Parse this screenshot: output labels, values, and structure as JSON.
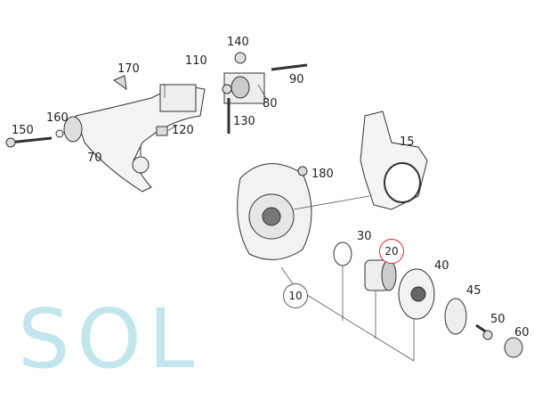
{
  "watermark": "SOL",
  "callouts": {
    "p140": "140",
    "p110": "110",
    "p170": "170",
    "p90": "90",
    "p80": "80",
    "p160": "160",
    "p150": "150",
    "p130": "130",
    "p120": "120",
    "p70": "70",
    "p15": "15",
    "p180": "180",
    "p30": "30",
    "p20": "20",
    "p40": "40",
    "p45": "45",
    "p10": "10",
    "p50": "50",
    "p60": "60"
  },
  "highlight_color": "#d62828",
  "watermark_color": "#8fd3e0"
}
